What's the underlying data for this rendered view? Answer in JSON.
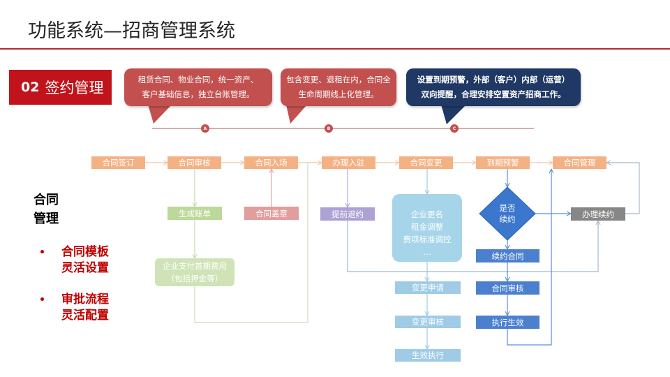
{
  "slide": {
    "title": "功能系统—招商管理系统",
    "section": {
      "number": "02",
      "label": "签约管理"
    }
  },
  "bubbles": [
    {
      "lines": [
        "租赁合同、物业合同，统一资产、",
        "客户基础信息，独立台账管理。"
      ]
    },
    {
      "lines": [
        "包含变更、退租在内，合同全",
        "生命周期线上化管理。"
      ]
    },
    {
      "lines": [
        "设置到期预警，外部（客户）内部（运营）",
        "双向提醒，合理安排空置资产招商工作。"
      ]
    }
  ],
  "timeline": {
    "markers": [
      "A",
      "B",
      "C"
    ]
  },
  "sidebar": {
    "heading": [
      "合同",
      "管理"
    ],
    "bullets": [
      {
        "lines": [
          "合同模板",
          "灵活设置"
        ]
      },
      {
        "lines": [
          "审批流程",
          "灵活配置"
        ]
      }
    ]
  },
  "flow": {
    "stages": [
      "合同签订",
      "合同审核",
      "合同入场",
      "办理入驻",
      "合同变更",
      "到期预警",
      "合同管理"
    ],
    "billing": "生成账单",
    "first_payment": [
      "企业支付首期费用",
      "（包括押金等）"
    ],
    "seal": "合同盖章",
    "early_termination": "提前退约",
    "change_details": [
      "企业更名",
      "租金调整",
      "费项标准调控",
      "…"
    ],
    "change_steps": [
      "变更申请",
      "变更审核",
      "生效执行"
    ],
    "renewal_decision": [
      "是否",
      "续约"
    ],
    "renewal_steps": [
      "续约合同",
      "合同审核",
      "执行生效"
    ],
    "renewal_handling": "办理续约"
  },
  "colors": {
    "title_rule": "#b8292f",
    "section_fill": "#c0131b",
    "bubble_red": "#c2504f",
    "bubble_navy": "#1f3864",
    "timeline": "#a45c5c",
    "marker_fill": "#c2504f",
    "stage_fill": "#f4b183",
    "billing_fill": "#bcd89a",
    "payment_fill": "#cfe3b6",
    "seal_fill": "#e29d9d",
    "termination_fill": "#ada1d5",
    "change_fill": "#a6d5ea",
    "change_step_fill": "#9fcbe7",
    "decision_fill": "#3b78cd",
    "renewal_fill": "#4c80cf",
    "renewal_handling_fill": "#878787",
    "emphasis_text": "#c00000"
  }
}
